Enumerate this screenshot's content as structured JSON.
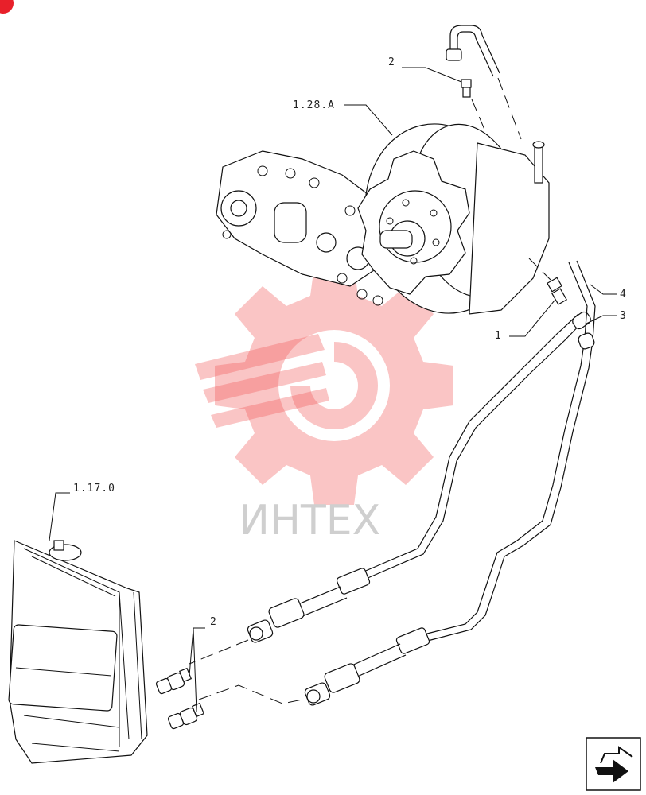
{
  "labels": {
    "engine": "1.28.A",
    "radiator": "1.17.0",
    "item_1": "1",
    "item_2_top": "2",
    "item_2_bottom": "2",
    "item_3": "3",
    "item_4": "4"
  },
  "watermark": {
    "text": "ИНТЕХ",
    "color": "#f05a5a"
  },
  "icons": {
    "corner": "red-dot-icon",
    "nav": "next-page-arrow-icon"
  },
  "colors": {
    "corner_dot": "#e8202a",
    "line": "#111111"
  }
}
